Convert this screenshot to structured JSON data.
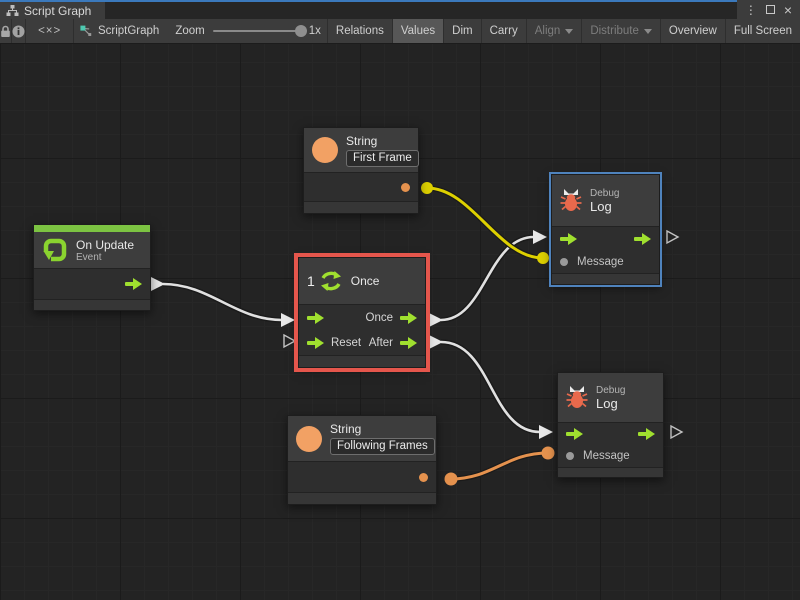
{
  "titlebar": {
    "tab": "Script Graph"
  },
  "window_controls": {
    "menu": "⋮",
    "close": "×"
  },
  "toolbar": {
    "code_icon_text": "<×>",
    "graph_name": "ScriptGraph",
    "zoom_label": "Zoom",
    "zoom_value": "1x",
    "buttons": [
      {
        "label": "Relations",
        "state": "normal"
      },
      {
        "label": "Values",
        "state": "active"
      },
      {
        "label": "Dim",
        "state": "normal"
      },
      {
        "label": "Carry",
        "state": "normal"
      },
      {
        "label": "Align",
        "state": "disabled-dropdown"
      },
      {
        "label": "Distribute",
        "state": "disabled-dropdown"
      },
      {
        "label": "Overview",
        "state": "normal"
      },
      {
        "label": "Full Screen",
        "state": "normal"
      }
    ]
  },
  "nodes": {
    "string_first": {
      "type": "String",
      "value": "First Frame"
    },
    "on_update": {
      "title": "On Update",
      "subtitle": "Event"
    },
    "once": {
      "title": "Once",
      "icon_number": "1",
      "out_once": "Once",
      "in_reset": "Reset",
      "out_after": "After"
    },
    "debug_log_top": {
      "subtitle": "Debug",
      "title": "Log",
      "input_label": "Message"
    },
    "debug_log_bottom": {
      "subtitle": "Debug",
      "title": "Log",
      "input_label": "Message"
    },
    "string_following": {
      "type": "String",
      "value": "Following Frames"
    }
  },
  "colors": {
    "accent_green": "#a0e02f",
    "event_green_bar": "#7cc342",
    "selection_red": "#e5564c",
    "selection_blue": "#4f83bd",
    "wire_white": "#e0e0e0",
    "wire_yellow": "#ddd000",
    "wire_orange": "#e5924e",
    "string_orange": "#f2a164",
    "bug_orange": "#e8694c",
    "focus_line_blue": "#3b79bc"
  }
}
